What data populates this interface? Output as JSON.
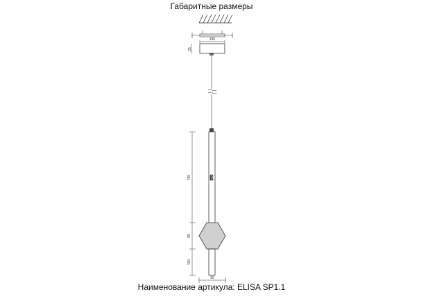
{
  "title": "Габаритные размеры",
  "caption": "Наименование артикула: ELISA SP1.1",
  "dimensions": {
    "canopy_width": "180",
    "canopy_height": "25",
    "total_height": "750",
    "tube_length": "370",
    "shade_height": "95",
    "bottom_length": "130",
    "diameter": "95"
  },
  "colors": {
    "line": "#333333",
    "shade": "#888888"
  }
}
